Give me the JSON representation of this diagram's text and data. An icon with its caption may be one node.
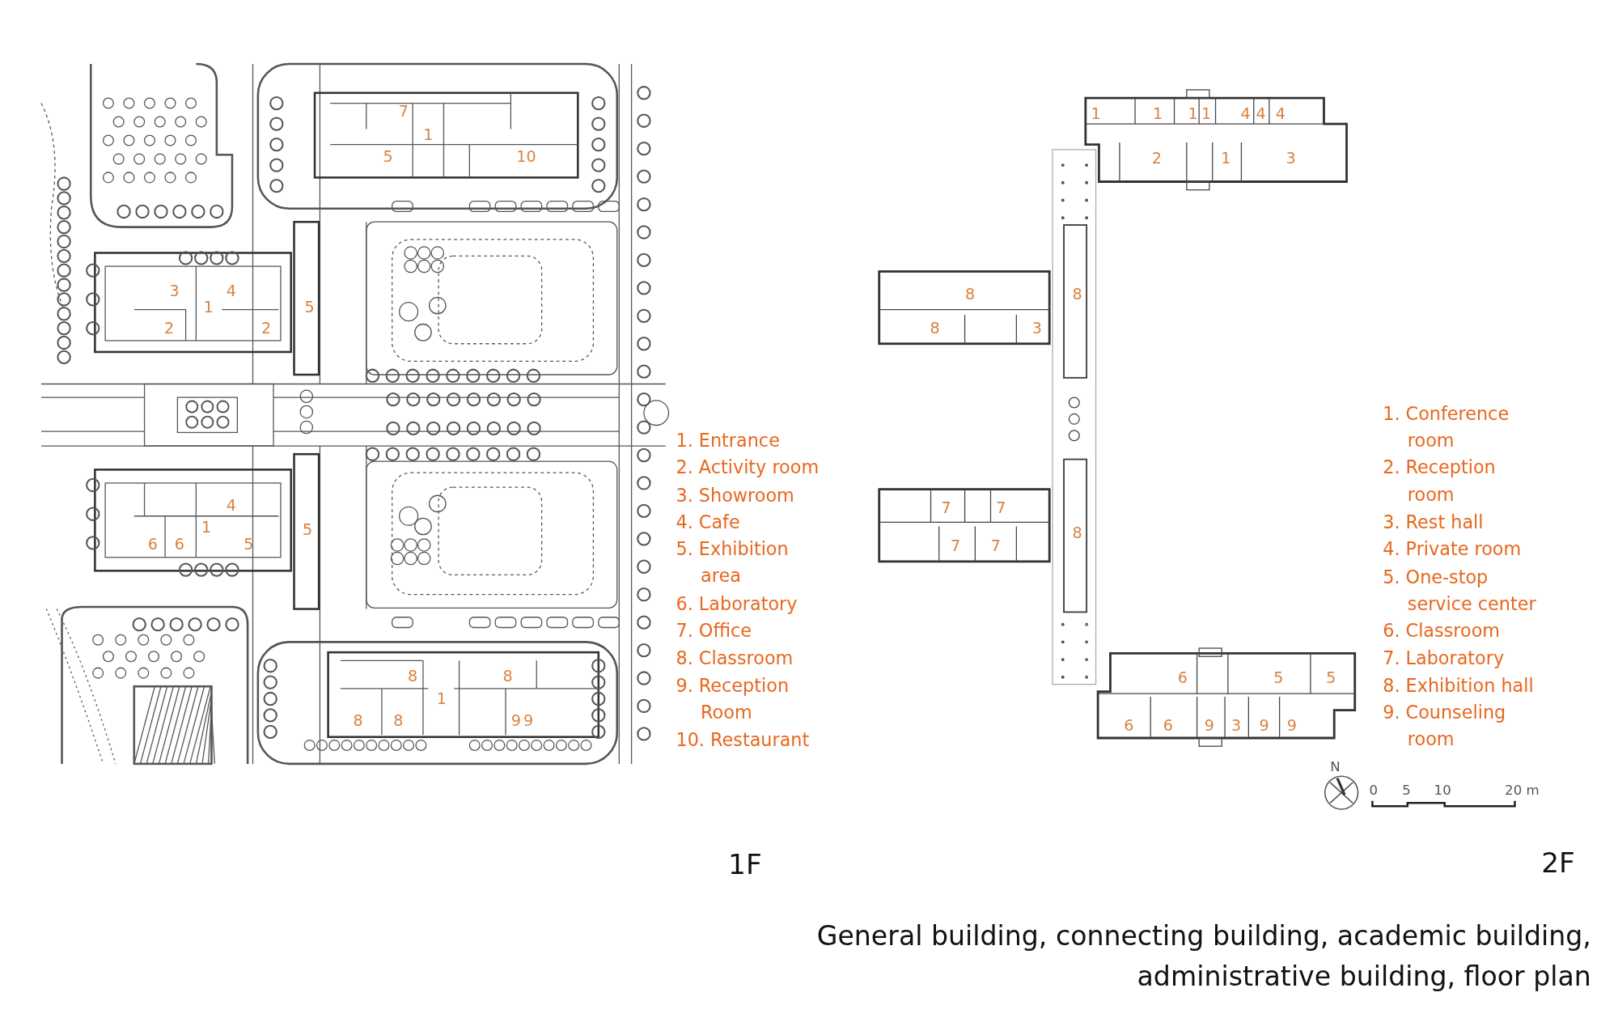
{
  "diagram": {
    "caption": "General building, connecting building, academic building, administrative building, floor plan",
    "labels": [
      "7",
      "1",
      "5",
      "10",
      "3",
      "4",
      "1",
      "5",
      "2",
      "2",
      "4",
      "1",
      "5",
      "6",
      "6",
      "5",
      "8",
      "8",
      "1",
      "8",
      "8",
      "9",
      "9",
      "1. Entrance",
      "2. Activity room",
      "3. Showroom",
      "4. Cafe",
      "5. Exhibition area",
      "6. Laboratory",
      "7. Office",
      "8. Classroom",
      "9. Reception Room",
      "10. Restaurant",
      "1",
      "1",
      "1",
      "1",
      "4",
      "4",
      "4",
      "2",
      "1",
      "3",
      "8",
      "8",
      "8",
      "3",
      "7",
      "7",
      "7",
      "7",
      "8",
      "6",
      "5",
      "5",
      "6",
      "6",
      "9",
      "3",
      "9",
      "9",
      "1. Conference room",
      "2. Reception room",
      "3. Rest hall",
      "4. Private room",
      "5. One-stop service center",
      "6. Classroom",
      "7. Laboratory",
      "8. Exhibition hall",
      "9. Counseling room",
      "N",
      "0",
      "5",
      "10",
      "20 m",
      "1F",
      "2F"
    ]
  }
}
